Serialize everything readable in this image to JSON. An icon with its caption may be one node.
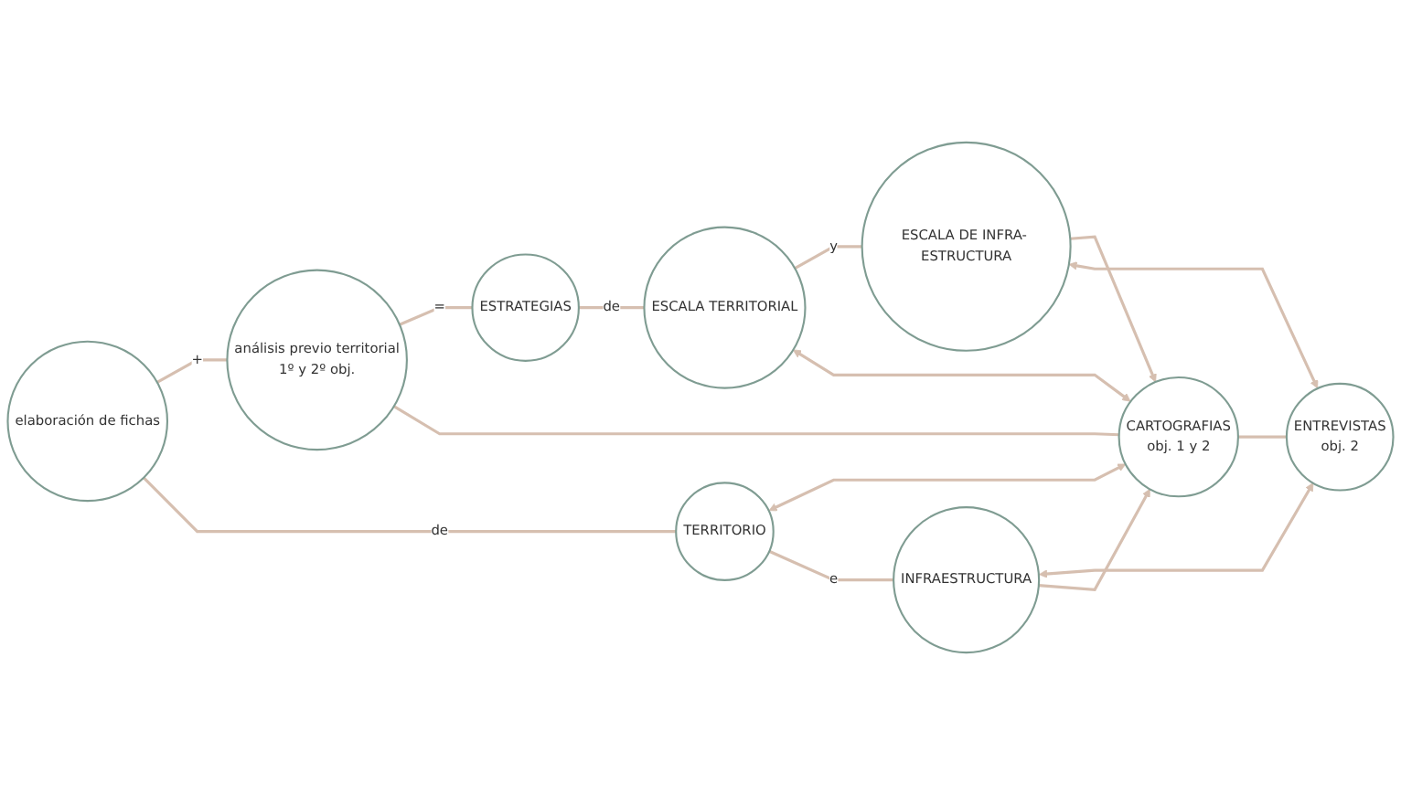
{
  "diagram": {
    "nodes": [
      {
        "text": [
          "elaboración de fichas"
        ]
      },
      {
        "text": [
          "análisis previo territorial",
          "1º y 2º obj."
        ]
      },
      {
        "text": [
          "ESTRATEGIAS"
        ]
      },
      {
        "text": [
          "TERRITORIO"
        ]
      },
      {
        "text": [
          "CARTOGRAFIAS",
          "obj. 1 y 2"
        ]
      },
      {
        "text": [
          "ESCALA TERRITORIAL"
        ]
      },
      {
        "text": [
          "INFRAESTRUCTURA"
        ]
      },
      {
        "text": [
          "ENTREVISTAS",
          "obj. 2"
        ]
      },
      {
        "text": [
          "ESCALA DE INFRA- ESTRUCTURA"
        ]
      }
    ],
    "edges": [
      {
        "from": 0,
        "to": 1,
        "arrow": "none",
        "label": "+"
      },
      {
        "from": 1,
        "to": 2,
        "arrow": "none",
        "label": "="
      },
      {
        "from": 0,
        "to": 3,
        "arrow": "none",
        "label": "de"
      },
      {
        "from": 1,
        "to": 4,
        "arrow": "none"
      },
      {
        "from": 2,
        "to": 5,
        "arrow": "none",
        "label": "de"
      },
      {
        "from": 3,
        "to": 4,
        "arrow": "both"
      },
      {
        "from": 4,
        "to": 5,
        "arrow": "both"
      },
      {
        "from": 3,
        "to": 6,
        "arrow": "none",
        "label": "e"
      },
      {
        "from": 4,
        "to": 7,
        "arrow": "none"
      },
      {
        "from": 5,
        "to": 8,
        "arrow": "none",
        "label": "y"
      },
      {
        "from": 6,
        "to": 7,
        "arrow": "both"
      },
      {
        "from": 6,
        "to": 4,
        "arrow": "to"
      },
      {
        "from": 7,
        "to": 8,
        "arrow": "both"
      },
      {
        "from": 8,
        "to": 4,
        "arrow": "to"
      }
    ]
  }
}
